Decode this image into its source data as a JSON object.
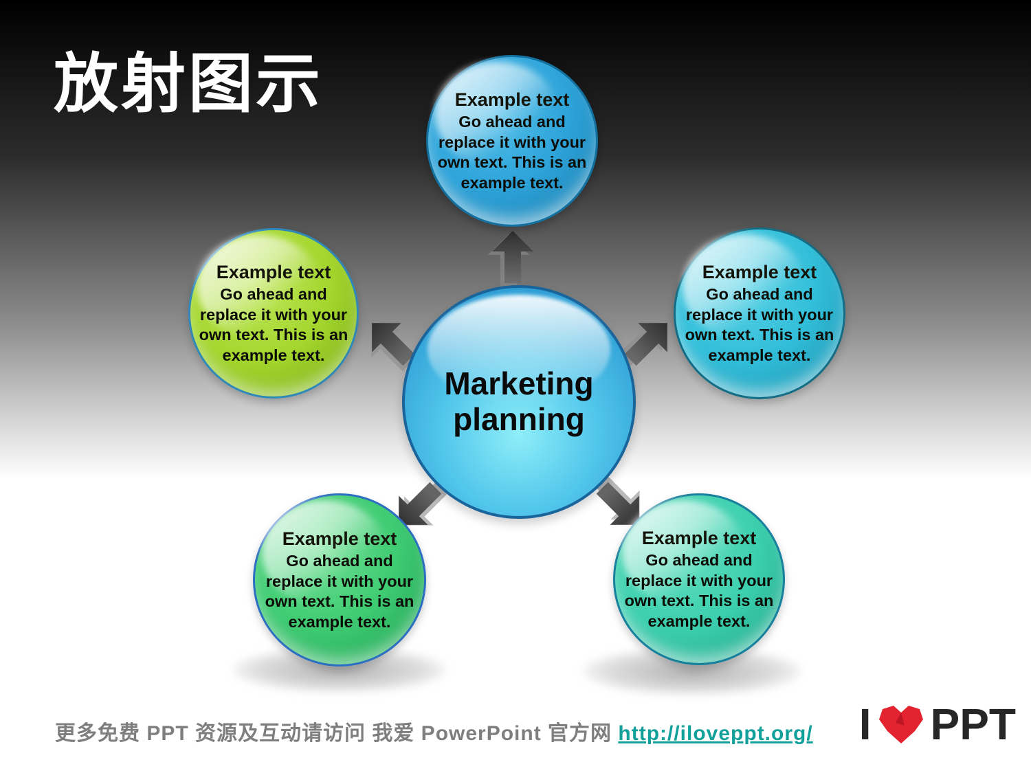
{
  "slide_title": "放射图示",
  "diagram": {
    "center": {
      "label": "Marketing planning",
      "color": "#2f9fd6"
    },
    "nodes": [
      {
        "position": "top",
        "title": "Example text",
        "body": "Go ahead and replace it with your own text. This is an example text.",
        "color": "#2da3d9"
      },
      {
        "position": "upper-left",
        "title": "Example text",
        "body": "Go ahead and replace it with your own text. This is an example text.",
        "color": "#a4d62e"
      },
      {
        "position": "upper-right",
        "title": "Example text",
        "body": "Go ahead and replace it with your own text. This is an example text.",
        "color": "#31bed9"
      },
      {
        "position": "lower-left",
        "title": "Example text",
        "body": "Go ahead and replace it with your own text. This is an example text.",
        "color": "#3ecb72"
      },
      {
        "position": "lower-right",
        "title": "Example text",
        "body": "Go ahead and replace it with your own text. This is an example text.",
        "color": "#3bcfae"
      }
    ],
    "arrow_color": "#3f3f3f"
  },
  "footer": {
    "text": "更多免费 PPT 资源及互动请访问 我爱  PowerPoint  官方网",
    "link": "http://iloveppt.org/",
    "link_color": "#12a09a"
  },
  "logo": {
    "prefix": "I",
    "heart_icon": "heart-icon",
    "heart_color": "#e32330",
    "suffix": "PPT"
  }
}
